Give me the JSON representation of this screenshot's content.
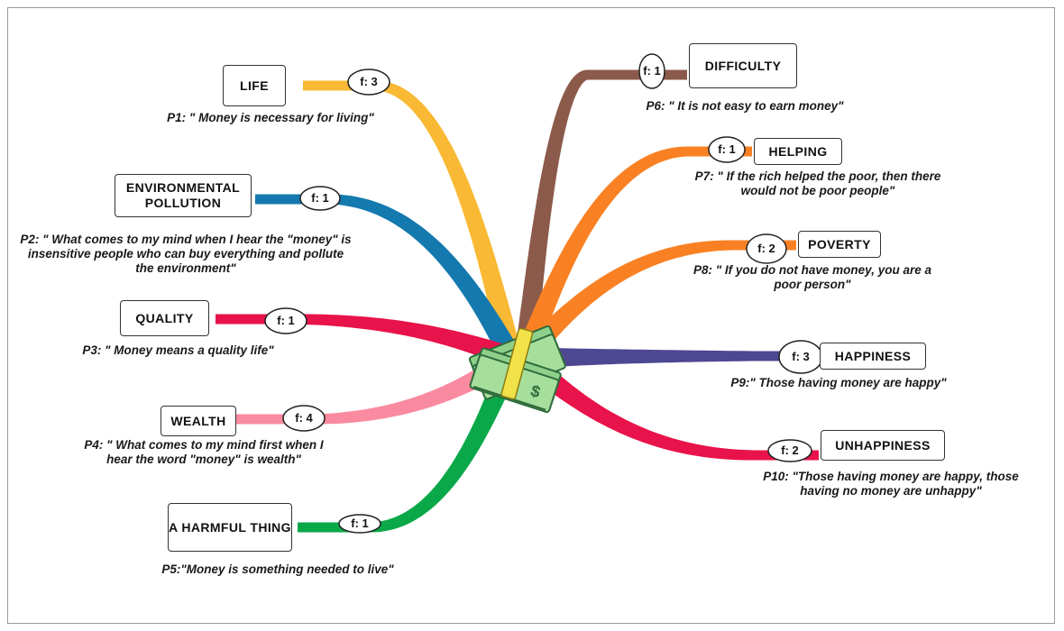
{
  "center": {
    "icon": "money-bundle-icon"
  },
  "branches": [
    {
      "id": "life",
      "label": "LIFE",
      "freq": "f: 3",
      "quote": "P1: \" Money is necessary for living\"",
      "color": "#F9B934"
    },
    {
      "id": "environmental-pollution",
      "label": "ENVIRONMENTAL POLLUTION",
      "freq": "f: 1",
      "quote": "P2: \" What comes to my mind when I hear the \"money\" is insensitive people who can buy everything and pollute the environment\"",
      "color": "#1479AE"
    },
    {
      "id": "quality",
      "label": "QUALITY",
      "freq": "f: 1",
      "quote": "P3: \" Money means a quality life\"",
      "color": "#E8134A"
    },
    {
      "id": "wealth",
      "label": "WEALTH",
      "freq": "f: 4",
      "quote": "P4: \" What comes to my mind first when I hear the word \"money\" is wealth\"",
      "color": "#F98AA0"
    },
    {
      "id": "a-harmful-thing",
      "label": "A HARMFUL THING",
      "freq": "f: 1",
      "quote": "P5:\"Money is something needed to live\"",
      "color": "#0BA84A"
    },
    {
      "id": "difficulty",
      "label": "DIFFICULTY",
      "freq": "f: 1",
      "quote": "P6: \" It is not easy to earn money\"",
      "color": "#8B5A4A"
    },
    {
      "id": "helping",
      "label": "HELPING",
      "freq": "f: 1",
      "quote": "P7: \" If the rich helped the poor, then there would not be poor people\"",
      "color": "#F98124"
    },
    {
      "id": "poverty",
      "label": "POVERTY",
      "freq": "f: 2",
      "quote": "P8: \" If you do not have money, you are a poor person\"",
      "color": "#F98124"
    },
    {
      "id": "happiness",
      "label": "HAPPINESS",
      "freq": "f: 3",
      "quote": "P9:\" Those having money are happy\"",
      "color": "#4E4792"
    },
    {
      "id": "unhappiness",
      "label": "UNHAPPINESS",
      "freq": "f: 2",
      "quote": "P10: \"Those having money are happy, those having no money are unhappy\"",
      "color": "#E8134A"
    }
  ]
}
